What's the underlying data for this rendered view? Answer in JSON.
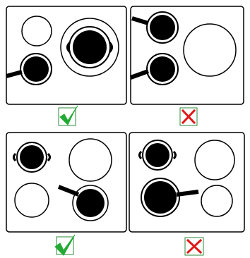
{
  "panels": [
    {
      "id": "top-left",
      "verdict": "correct",
      "pot_on_large_burner": "dutch-oven",
      "pan_on_small_burner": "frying-pan-with-handle",
      "indicator_icon": "green-checkmark-icon"
    },
    {
      "id": "top-right",
      "verdict": "incorrect",
      "pans_on_small_burners": 2,
      "large_burner_state": "empty",
      "indicator_icon": "red-x-icon"
    },
    {
      "id": "bottom-left",
      "verdict": "correct",
      "pot_on_small_burner": "dutch-oven",
      "pan_on_small_burner": "frying-pan-with-handle",
      "indicator_icon": "green-checkmark-icon"
    },
    {
      "id": "bottom-right",
      "verdict": "incorrect",
      "pot_on_small_burner": "dutch-oven",
      "pan_on_large_burner": "frying-pan-with-handle",
      "indicator_icon": "red-x-icon"
    }
  ],
  "colors": {
    "panel_border": "#000000",
    "cookware": "#000000",
    "burner_fill": "#ffffff",
    "check": "#22aa33",
    "x_mark": "#e01818",
    "indicator_border": "#2a8a3a"
  }
}
